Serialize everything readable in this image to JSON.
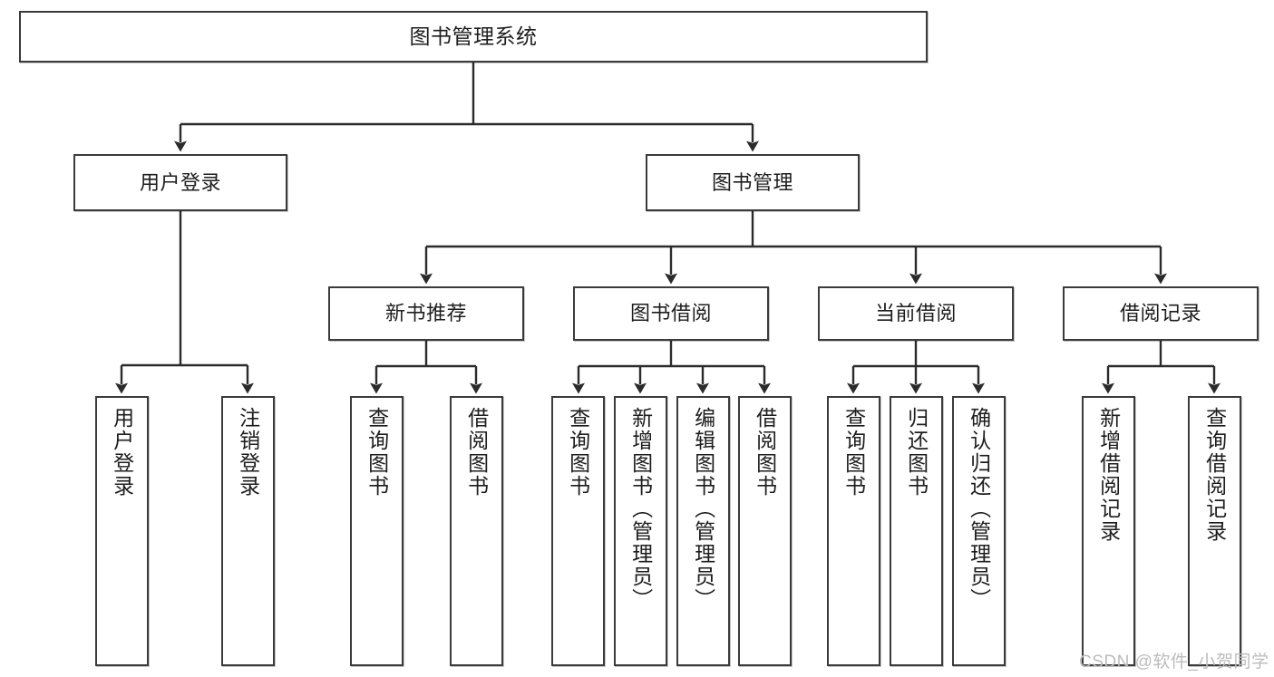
{
  "diagram": {
    "title": "图书管理系统",
    "type": "hierarchy-tree",
    "root": {
      "label": "图书管理系统"
    },
    "level2": [
      {
        "label": "用户登录"
      },
      {
        "label": "图书管理"
      }
    ],
    "level3": [
      {
        "label": "新书推荐"
      },
      {
        "label": "图书借阅"
      },
      {
        "label": "当前借阅"
      },
      {
        "label": "借阅记录"
      }
    ],
    "leaves": {
      "user_login": [
        {
          "label": "用户登录"
        },
        {
          "label": "注销登录"
        }
      ],
      "new_book_recommend": [
        {
          "label": "查询图书"
        },
        {
          "label": "借阅图书"
        }
      ],
      "book_borrow": [
        {
          "label": "查询图书"
        },
        {
          "label": "新增图书（管理员）"
        },
        {
          "label": "编辑图书（管理员）"
        },
        {
          "label": "借阅图书"
        }
      ],
      "current_borrow": [
        {
          "label": "查询图书"
        },
        {
          "label": "归还图书"
        },
        {
          "label": "确认归还（管理员）"
        }
      ],
      "borrow_record": [
        {
          "label": "新增借阅记录"
        },
        {
          "label": "查询借阅记录"
        }
      ]
    }
  },
  "watermark": {
    "text": "CSDN @软件_小贺同学"
  },
  "colors": {
    "border": "#3b3b3b",
    "text": "#1d1d1d",
    "background": "#ffffff",
    "watermark": "#bcbcbc"
  }
}
